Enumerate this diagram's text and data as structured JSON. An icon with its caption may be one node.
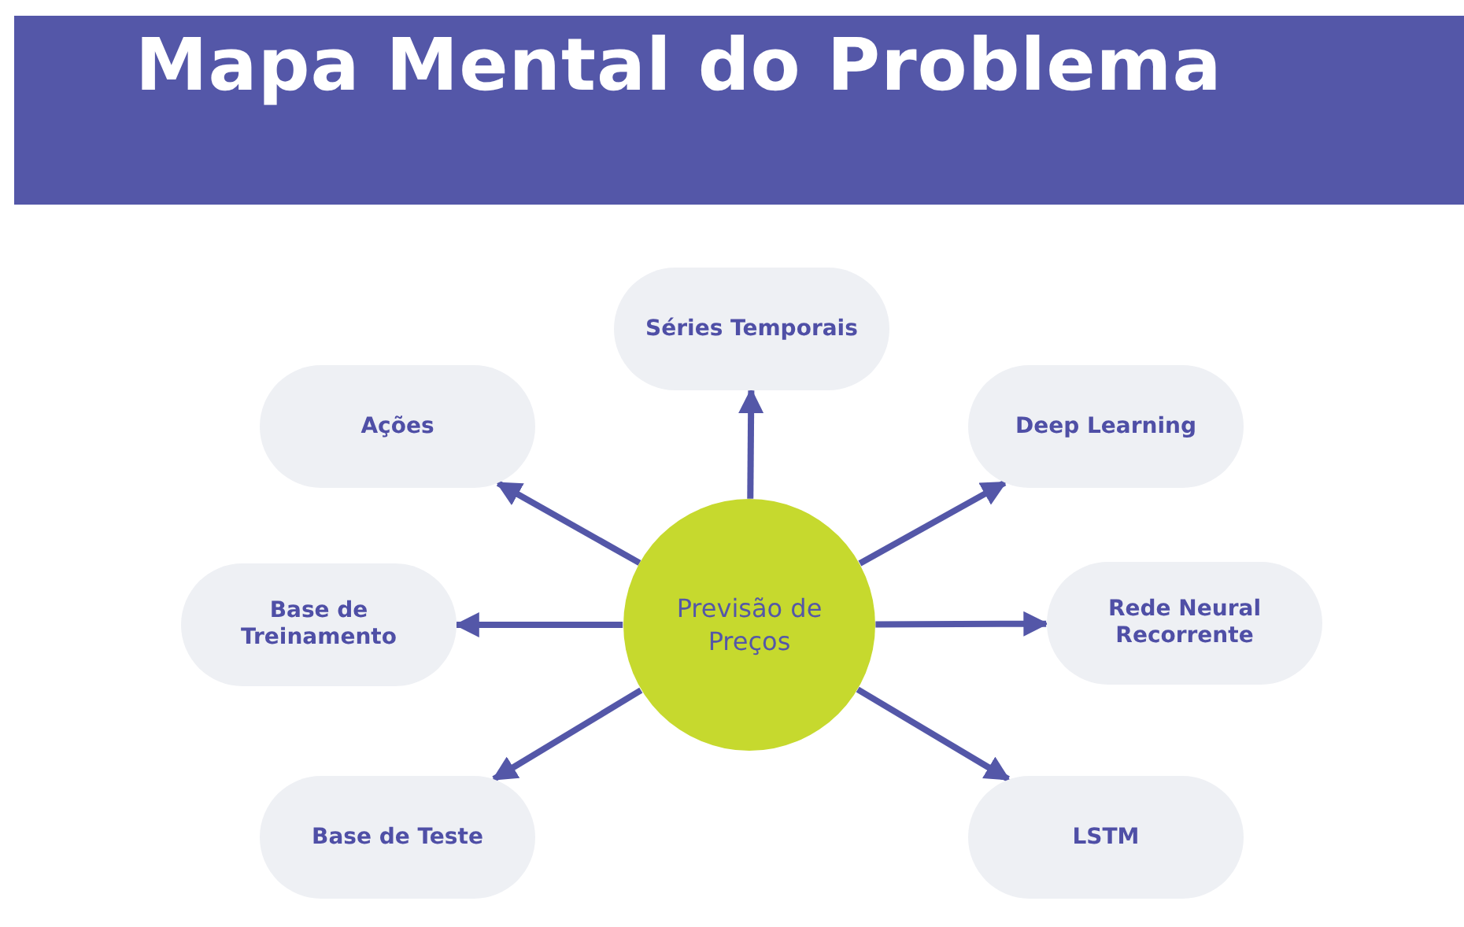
{
  "diagram": {
    "title": "Mapa Mental do Problema",
    "nodes": [
      {
        "text": [
          "Previsão de Preços"
        ]
      },
      {
        "text": [
          "Séries Temporais"
        ]
      },
      {
        "text": [
          "Ações"
        ]
      },
      {
        "text": [
          "Deep Learning"
        ]
      },
      {
        "text": [
          "Base de Treinamento"
        ]
      },
      {
        "text": [
          "Rede Neural Recorrente"
        ]
      },
      {
        "text": [
          "Base de Teste"
        ]
      },
      {
        "text": [
          "LSTM"
        ]
      }
    ],
    "edges": [
      {
        "from": 0,
        "to": 1,
        "arrow": "to"
      },
      {
        "from": 0,
        "to": 2,
        "arrow": "to"
      },
      {
        "from": 0,
        "to": 3,
        "arrow": "to"
      },
      {
        "from": 0,
        "to": 4,
        "arrow": "to"
      },
      {
        "from": 0,
        "to": 5,
        "arrow": "to"
      },
      {
        "from": 0,
        "to": 6,
        "arrow": "to"
      },
      {
        "from": 0,
        "to": 7,
        "arrow": "to"
      }
    ]
  }
}
